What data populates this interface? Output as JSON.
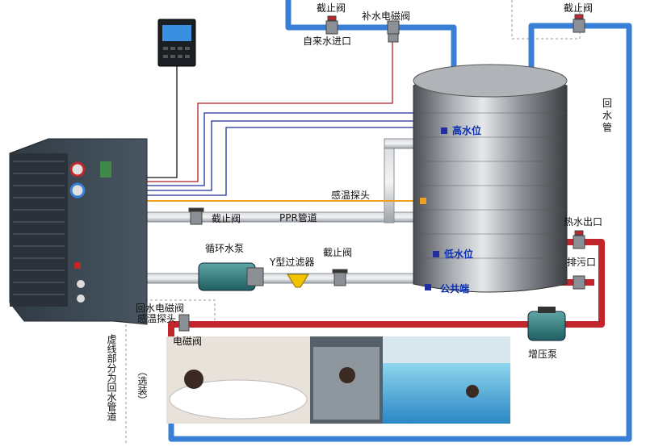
{
  "labels": {
    "valve_top_left": "截止阀",
    "solenoid_fill": "补水电磁阀",
    "tap_inlet": "自来水进口",
    "valve_top_right": "截止阀",
    "return_pipe": "回水管",
    "high_level": "高水位",
    "low_level": "低水位",
    "common": "公共端",
    "temp_probe": "感温探头",
    "valve_ppr": "截止阀",
    "ppr_pipe": "PPR管道",
    "circ_pump": "循环水泵",
    "y_filter": "Y型过滤器",
    "valve_circ": "截止阀",
    "hot_outlet": "热水出口",
    "drain": "排污口",
    "return_solenoid": "回水电磁阀",
    "return_probe": "感温探头",
    "solenoid": "电磁阀",
    "booster_pump": "增压泵",
    "dashed_note": "虚线部分为回水管道",
    "optional": "（选装）"
  },
  "colors": {
    "blue_pipe": "#3a7fd6",
    "red_pipe": "#c0262b",
    "grey_pipe": "#b9bec4",
    "signal_blue": "#1f2fa0",
    "signal_red": "#b01e24",
    "signal_orange": "#f0a020"
  }
}
